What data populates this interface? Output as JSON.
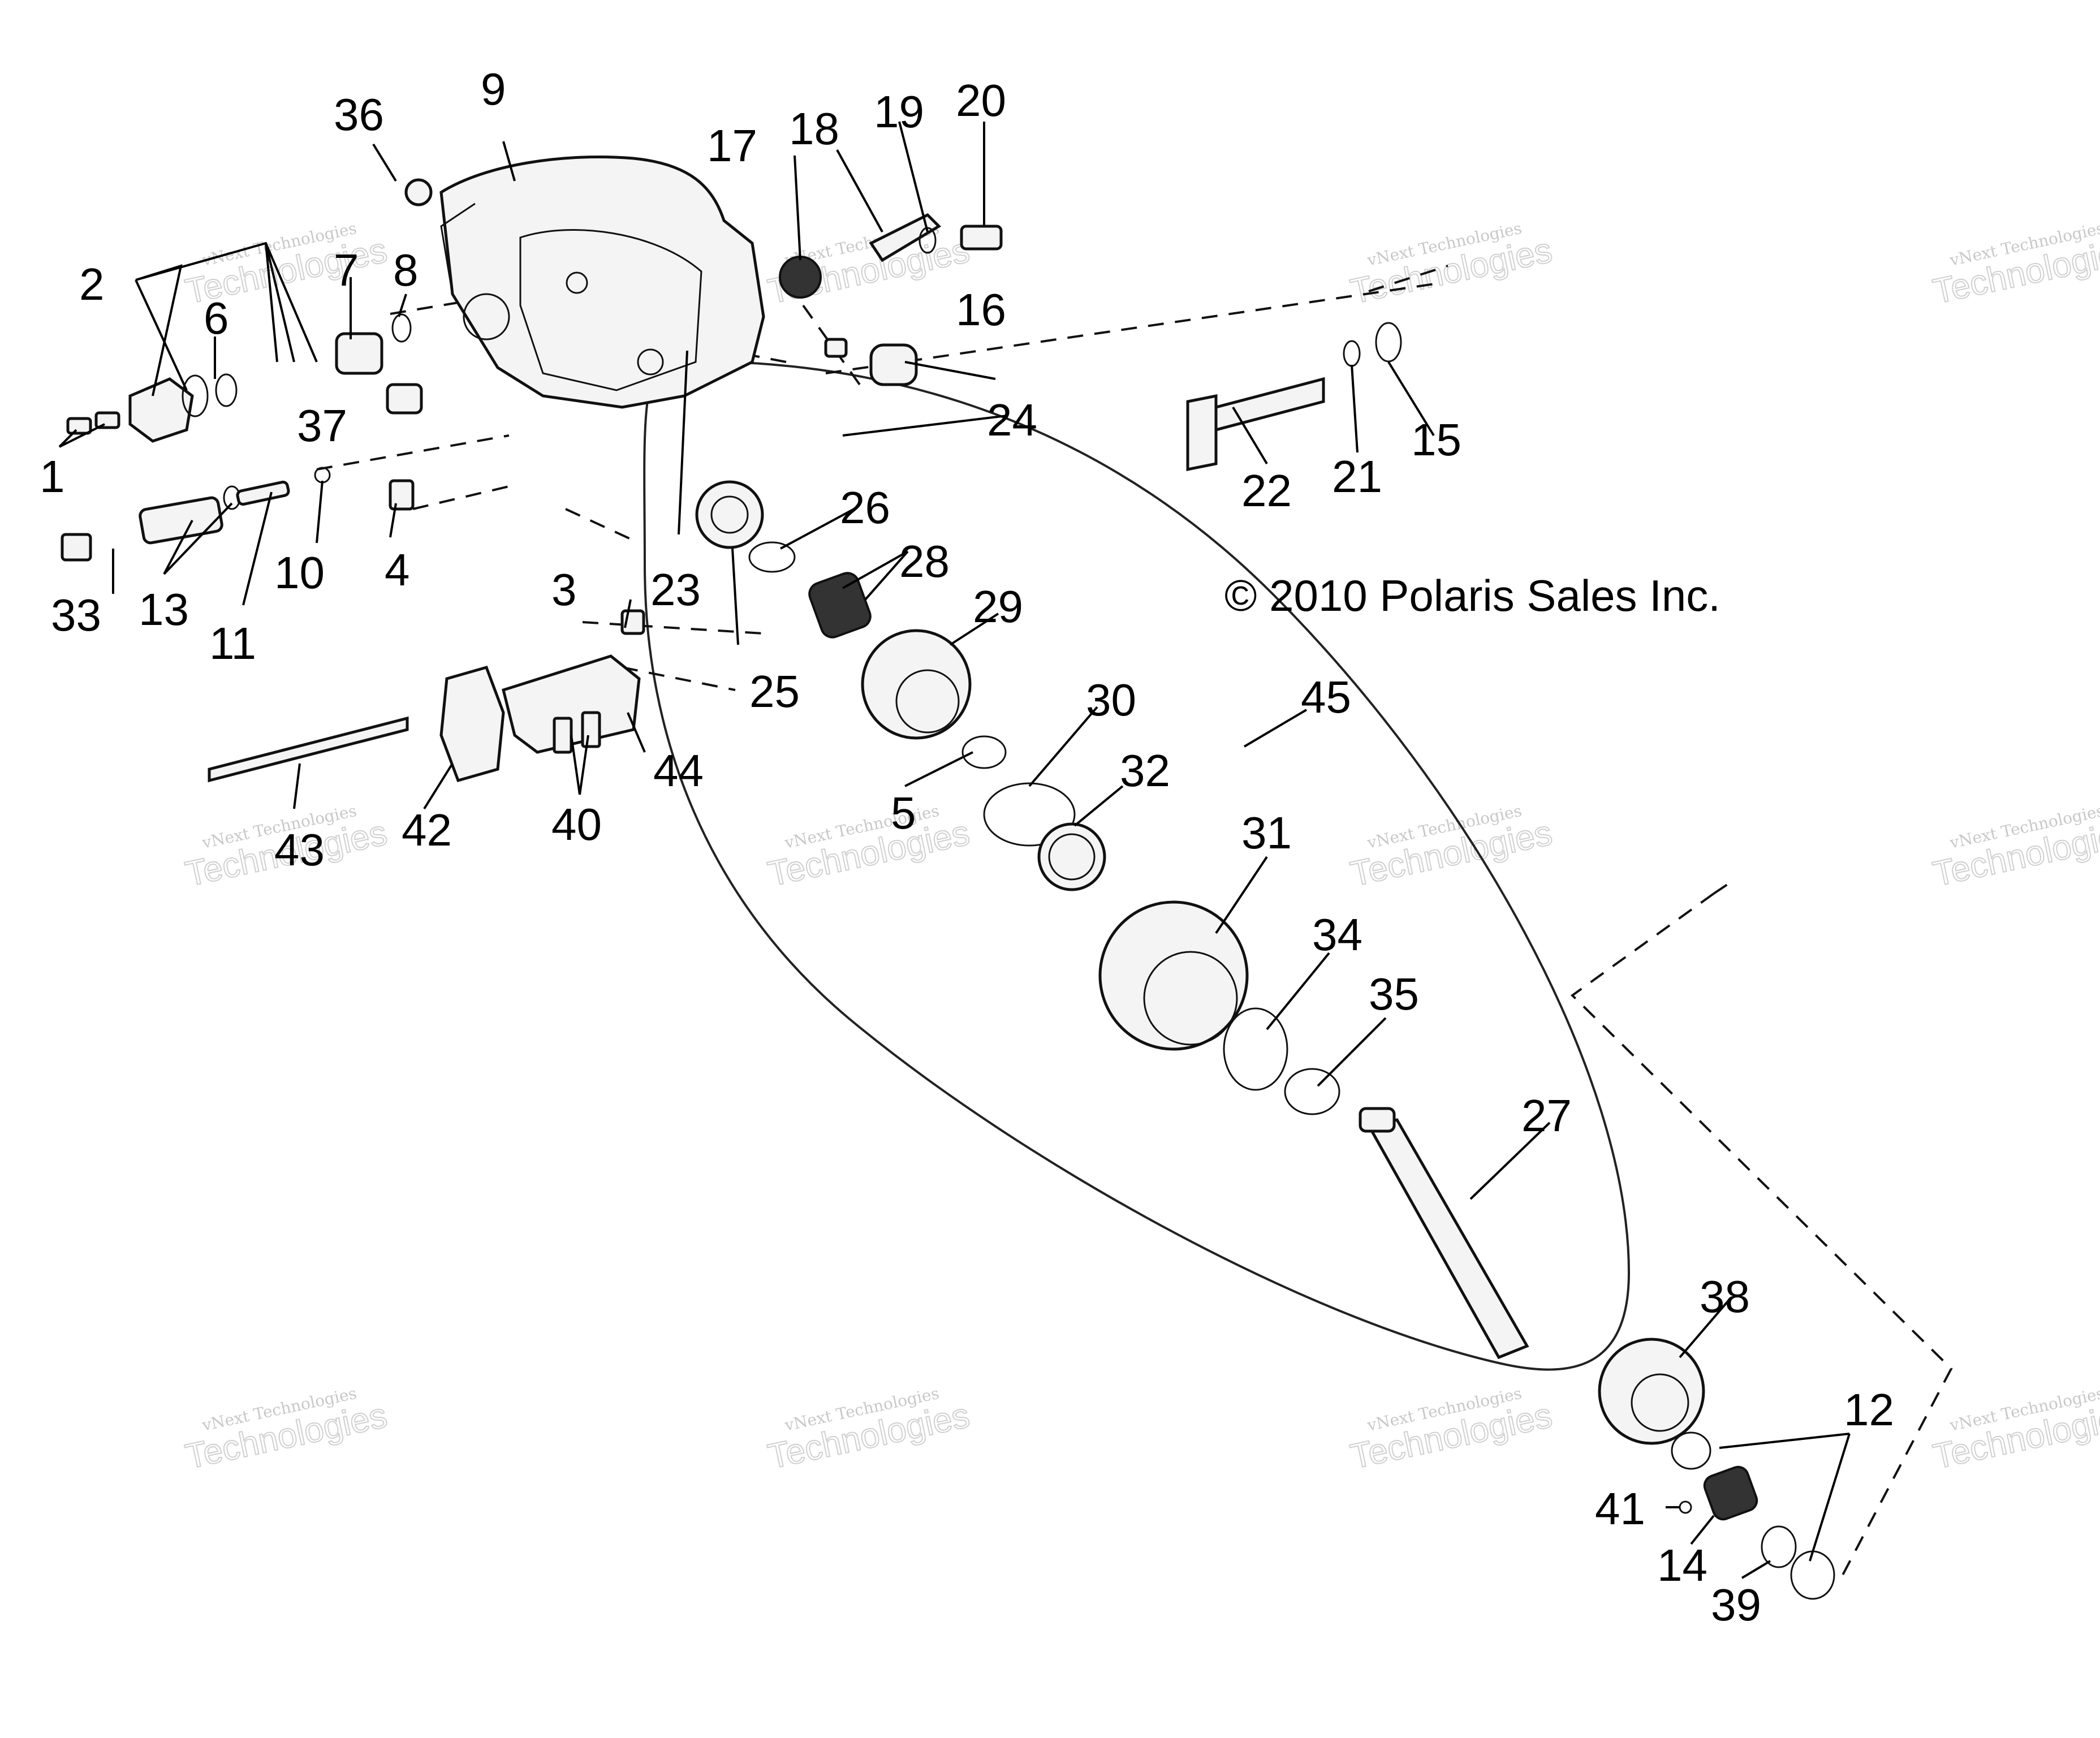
{
  "copyright": "© 2010 Polaris Sales Inc.",
  "watermark": {
    "small": "vNext Technologies",
    "big": "Technologies"
  },
  "callouts": [
    {
      "id": "c1",
      "text": "1"
    },
    {
      "id": "c2",
      "text": "2"
    },
    {
      "id": "c3",
      "text": "3"
    },
    {
      "id": "c4",
      "text": "4"
    },
    {
      "id": "c5",
      "text": "5"
    },
    {
      "id": "c6",
      "text": "6"
    },
    {
      "id": "c7",
      "text": "7"
    },
    {
      "id": "c8",
      "text": "8"
    },
    {
      "id": "c9",
      "text": "9"
    },
    {
      "id": "c10",
      "text": "10"
    },
    {
      "id": "c11",
      "text": "11"
    },
    {
      "id": "c12",
      "text": "12"
    },
    {
      "id": "c13",
      "text": "13"
    },
    {
      "id": "c14",
      "text": "14"
    },
    {
      "id": "c15",
      "text": "15"
    },
    {
      "id": "c16",
      "text": "16"
    },
    {
      "id": "c17",
      "text": "17"
    },
    {
      "id": "c18",
      "text": "18"
    },
    {
      "id": "c19",
      "text": "19"
    },
    {
      "id": "c20",
      "text": "20"
    },
    {
      "id": "c21",
      "text": "21"
    },
    {
      "id": "c22",
      "text": "22"
    },
    {
      "id": "c23",
      "text": "23"
    },
    {
      "id": "c24",
      "text": "24"
    },
    {
      "id": "c25",
      "text": "25"
    },
    {
      "id": "c26",
      "text": "26"
    },
    {
      "id": "c27",
      "text": "27"
    },
    {
      "id": "c28",
      "text": "28"
    },
    {
      "id": "c29",
      "text": "29"
    },
    {
      "id": "c30",
      "text": "30"
    },
    {
      "id": "c31",
      "text": "31"
    },
    {
      "id": "c32",
      "text": "32"
    },
    {
      "id": "c33",
      "text": "33"
    },
    {
      "id": "c34",
      "text": "34"
    },
    {
      "id": "c35",
      "text": "35"
    },
    {
      "id": "c36",
      "text": "36"
    },
    {
      "id": "c37",
      "text": "37"
    },
    {
      "id": "c38",
      "text": "38"
    },
    {
      "id": "c39",
      "text": "39"
    },
    {
      "id": "c40",
      "text": "40"
    },
    {
      "id": "c41",
      "text": "41"
    },
    {
      "id": "c42",
      "text": "42"
    },
    {
      "id": "c43",
      "text": "43"
    },
    {
      "id": "c44",
      "text": "44"
    },
    {
      "id": "c45",
      "text": "45"
    }
  ]
}
